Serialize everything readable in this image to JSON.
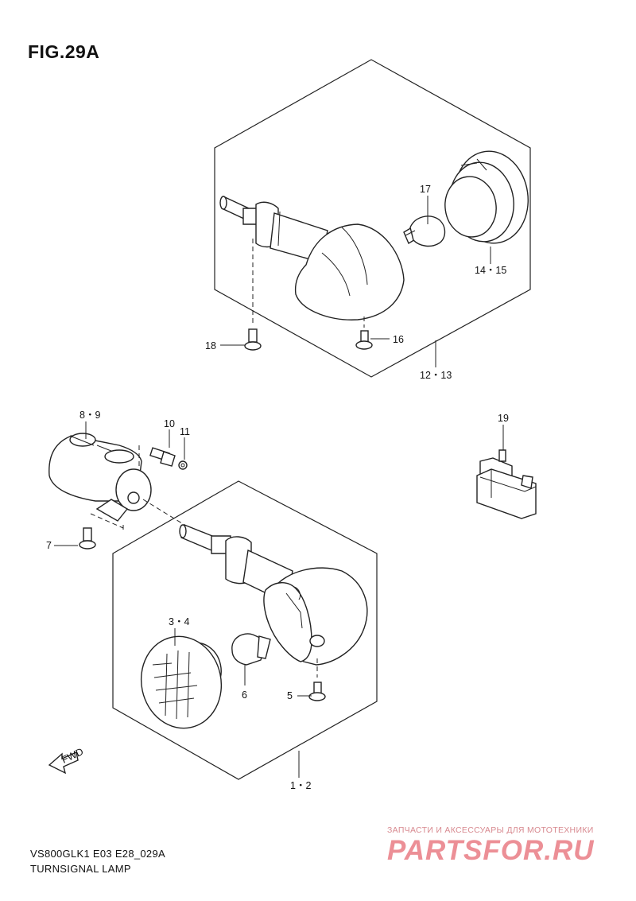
{
  "figure": {
    "title": "FIG.29A"
  },
  "footer": {
    "model_code": "VS800GLK1 E03 E28_029A",
    "caption": "TURNSIGNAL LAMP"
  },
  "watermark": {
    "tagline": "ЗАПЧАСТИ И АКСЕССУАРЫ ДЛЯ МОТОТЕХНИКИ",
    "logo": "PARTSFOR.RU"
  },
  "direction_arrow": {
    "label": "FWD"
  },
  "callouts": {
    "c1_2": "1・2",
    "c3_4": "3・4",
    "c5": "5",
    "c6": "6",
    "c7": "7",
    "c8_9": "8・9",
    "c10": "10",
    "c11": "11",
    "c12_13": "12・13",
    "c14_15": "14・15",
    "c16": "16",
    "c17": "17",
    "c18": "18",
    "c19": "19"
  }
}
